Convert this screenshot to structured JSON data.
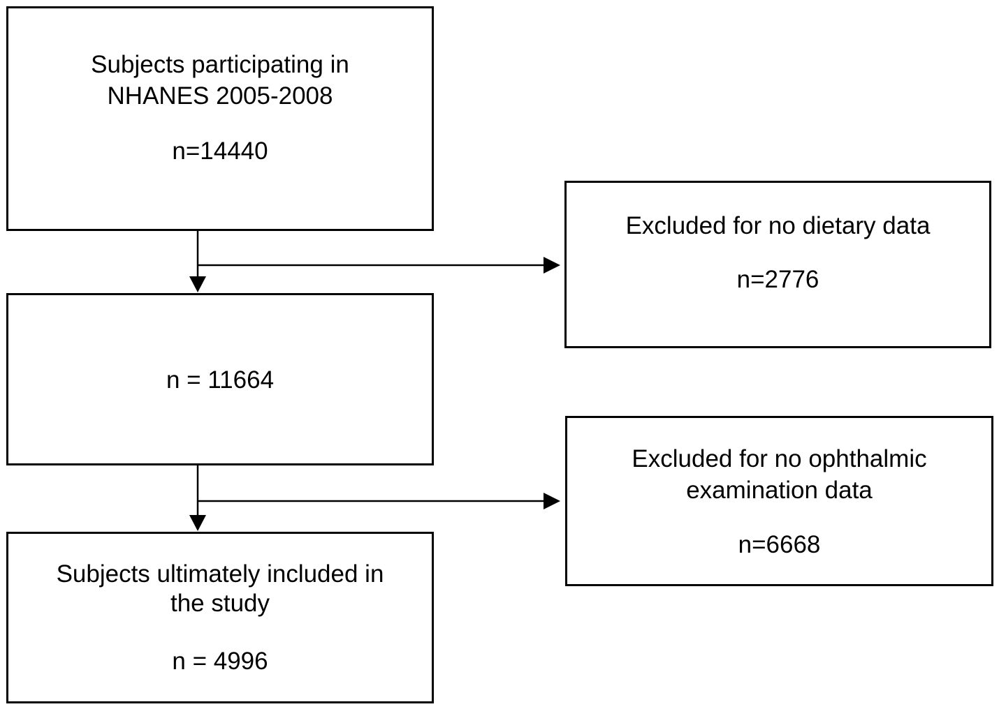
{
  "flowchart": {
    "start": {
      "line1": "Subjects participating in",
      "line2": "NHANES 2005-2008",
      "count": "n=14440"
    },
    "exclusion_1": {
      "line1": "Excluded for no dietary data",
      "count": "n=2776"
    },
    "intermediate": {
      "count": "n = 11664"
    },
    "exclusion_2": {
      "line1": "Excluded for no ophthalmic",
      "line2": "examination data",
      "count": "n=6668"
    },
    "final": {
      "line1": "Subjects ultimately included in",
      "line2": "the study",
      "count": "n = 4996"
    }
  },
  "colors": {
    "line": "#000000",
    "box_border": "#000000",
    "background": "#ffffff"
  }
}
